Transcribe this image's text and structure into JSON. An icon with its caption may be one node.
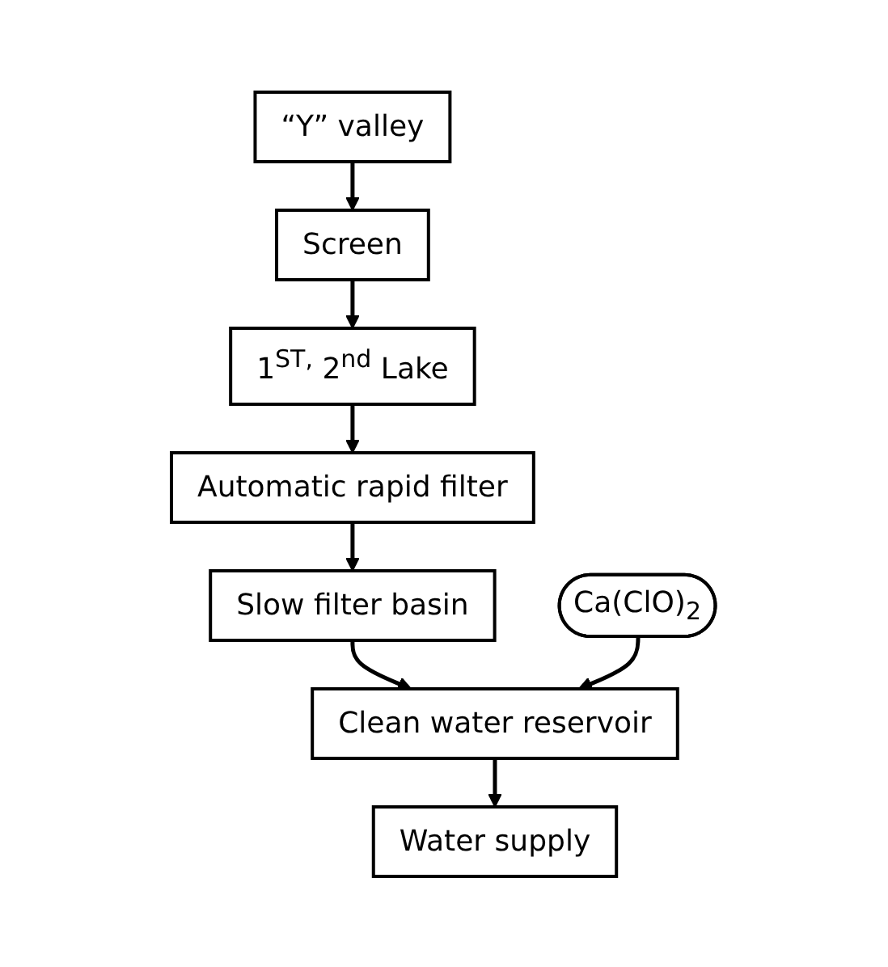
{
  "diagram": {
    "nodes": [
      {
        "text": [
          "“Y” valley"
        ]
      },
      {
        "text": [
          "Screen"
        ]
      },
      {
        "text": [
          "1$^{ST,}$ 2$^{nd}$ Lake"
        ]
      },
      {
        "text": [
          "Automatic rapid filter"
        ]
      },
      {
        "text": [
          "Slow filter basin"
        ]
      },
      {
        "text": [
          "Ca(ClO)$_{2}$"
        ]
      },
      {
        "text": [
          "Clean water reservoir"
        ]
      },
      {
        "text": [
          "Water supply"
        ]
      }
    ],
    "edges": [
      {
        "from": 0,
        "to": 1,
        "arrow": "to"
      },
      {
        "from": 1,
        "to": 2,
        "arrow": "to"
      },
      {
        "from": 2,
        "to": 3,
        "arrow": "to"
      },
      {
        "from": 3,
        "to": 4,
        "arrow": "to"
      },
      {
        "from": 4,
        "to": 6,
        "arrow": "to"
      },
      {
        "from": 5,
        "to": 6,
        "arrow": "to"
      },
      {
        "from": 6,
        "to": 7,
        "arrow": "to"
      }
    ]
  }
}
